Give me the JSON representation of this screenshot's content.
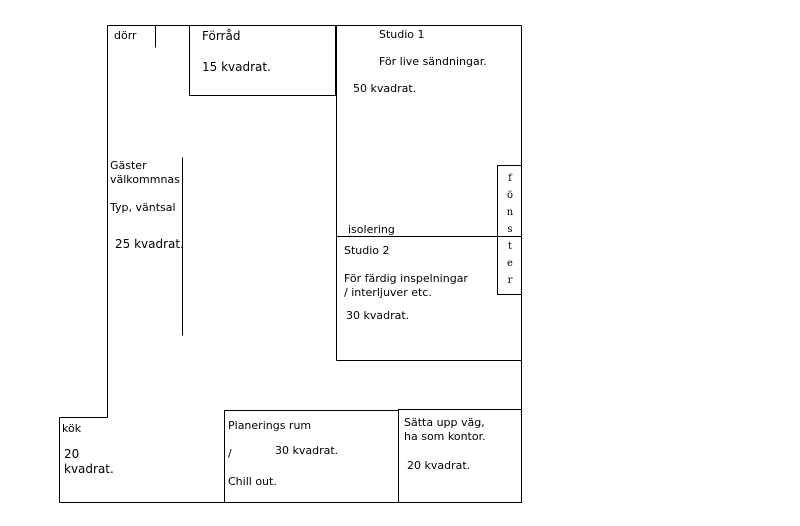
{
  "labels": {
    "door": "dörr",
    "storage_name": "Förråd",
    "storage_area": "15 kvadrat.",
    "studio1_name": "Studio 1",
    "studio1_desc": "För live sändningar.",
    "studio1_area": "50 kvadrat.",
    "insulation": "isolering",
    "studio2_name": "Studio 2",
    "studio2_desc_1": "För färdig inspelningar",
    "studio2_desc_2": "/ interljuver etc.",
    "studio2_area": "30 kvadrat.",
    "lobby_line1": "Gäster",
    "lobby_line2": "välkommnas",
    "lobby_type": "Typ, väntsal",
    "lobby_area": "25 kvadrat.",
    "kitchen_name": "kök",
    "kitchen_area_1": "20",
    "kitchen_area_2": "kvadrat.",
    "planning_name": "Planerings rum",
    "planning_slash": "/",
    "planning_area": "30 kvadrat.",
    "planning_chill": "Chill out.",
    "office_line1": "Sätta upp väg,",
    "office_line2": "ha som kontor.",
    "office_area": "20 kvadrat.",
    "window_letters": [
      "f",
      "ö",
      "n",
      "s",
      "t",
      "e",
      "r"
    ]
  }
}
